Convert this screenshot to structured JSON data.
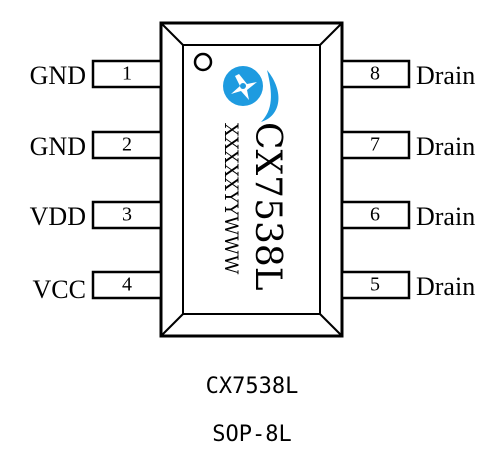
{
  "chip": {
    "part_number": "CX7538L",
    "date_code": "XXXXXYYWWW",
    "logo_icon": "pinwheel-logo-icon",
    "colors": {
      "outline": "#000000",
      "logo_blue": "#1e9be0",
      "background": "#ffffff"
    }
  },
  "pins_left": [
    {
      "number": "1",
      "label": "GND"
    },
    {
      "number": "2",
      "label": "GND"
    },
    {
      "number": "3",
      "label": "VDD"
    },
    {
      "number": "4",
      "label": "VCC"
    }
  ],
  "pins_right": [
    {
      "number": "8",
      "label": "Drain"
    },
    {
      "number": "7",
      "label": "Drain"
    },
    {
      "number": "6",
      "label": "Drain"
    },
    {
      "number": "5",
      "label": "Drain"
    }
  ],
  "caption": {
    "part": "CX7538L",
    "package": "SOP-8L"
  }
}
